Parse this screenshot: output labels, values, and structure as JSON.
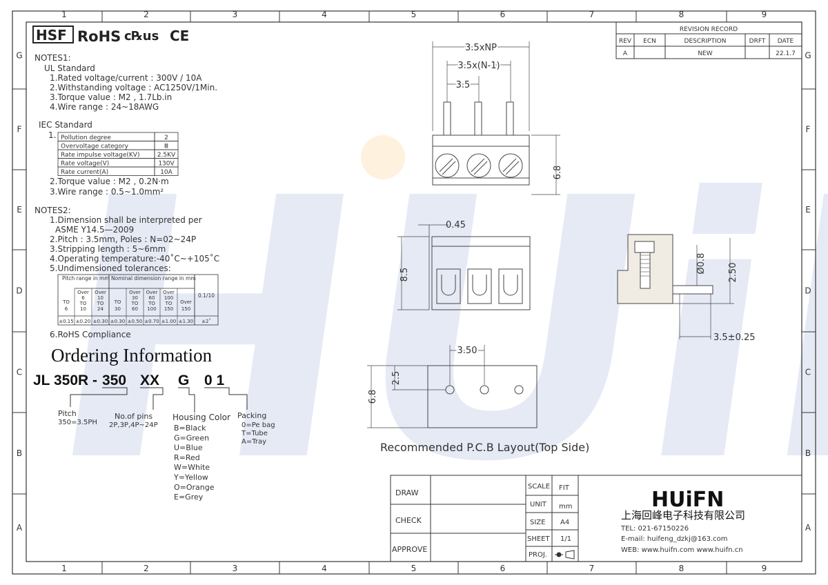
{
  "frame": {
    "columns": [
      "1",
      "2",
      "3",
      "4",
      "5",
      "6",
      "7",
      "8",
      "9"
    ],
    "rows": [
      "G",
      "F",
      "E",
      "D",
      "C",
      "B",
      "A"
    ]
  },
  "certifications": {
    "hsf": "HSF",
    "rohs": "RoHS",
    "ul": "c℞us",
    "ce": "CE"
  },
  "notes1": {
    "title": "NOTES1:",
    "ul_title": "UL Standard",
    "ul_items": [
      "1.Rated voltage/current : 300V / 10A",
      "2.Withstanding voltage : AC1250V/1Min.",
      "3.Torque value : M2 , 1.7Lb.in",
      "4.Wire range : 24~18AWG"
    ],
    "iec_title": "IEC Standard",
    "iec_item1_prefix": "1.",
    "iec_table": [
      [
        "Pollution degree",
        "2"
      ],
      [
        "Overvoltage category",
        "Ⅲ"
      ],
      [
        "Rate impulse voltage(KV)",
        "2.5KV"
      ],
      [
        "Rate voltage(V)",
        "130V"
      ],
      [
        "Rate current(A)",
        "10A"
      ]
    ],
    "iec_items": [
      "2.Torque value : M2 , 0.2N·m",
      "3.Wire range : 0.5~1.0mm²"
    ]
  },
  "notes2": {
    "title": "NOTES2:",
    "items": [
      "1.Dimension shall be interpreted per",
      "ASME Y14.5—2009",
      "2.Pitch : 3.5mm, Poles : N=02~24P",
      "3.Stripping length : 5~6mm",
      "4.Operating temperature:-40˚C~+105˚C",
      "5.Undimensioned tolerances:"
    ],
    "tolerance_table": {
      "pitch_header": "Pitch range in mm",
      "nominal_header": "Nominal dimension range in mm",
      "angle_header": "0.1/10",
      "ranges": [
        [
          "TO",
          "6"
        ],
        [
          "Over",
          "6",
          "TO",
          "10"
        ],
        [
          "Over",
          "10",
          "TO",
          "24"
        ],
        [
          "TO",
          "30"
        ],
        [
          "Over",
          "30",
          "TO",
          "60"
        ],
        [
          "Over",
          "60",
          "TO",
          "100"
        ],
        [
          "Over",
          "100",
          "TO",
          "150"
        ],
        [
          "Over",
          "150"
        ]
      ],
      "tolerances": [
        "±0.15",
        "±0.20",
        "±0.30",
        "±0.30",
        "±0.50",
        "±0.70",
        "±1.00",
        "±1.30",
        "±2˚"
      ]
    },
    "rohs": "6.RoHS Compliance"
  },
  "ordering": {
    "title": "Ordering Information",
    "code_prefix": "JL 350R -",
    "code_pitch": "350",
    "code_pins": "XX",
    "code_color": "G",
    "code_pack": "0 1",
    "pitch_label": "Pitch",
    "pitch_value": "350=3.5PH",
    "pins_label": "No.of pins",
    "pins_value": "2P,3P,4P~24P",
    "color_label": "Housing Color",
    "colors": [
      "B=Black",
      "G=Green",
      "U=Blue",
      "R=Red",
      "W=White",
      "Y=Yellow",
      "O=Orange",
      "E=Grey"
    ],
    "pack_label": "Packing",
    "packs": [
      "0=Pe bag",
      "T=Tube",
      "A=Tray"
    ]
  },
  "revision": {
    "title": "REVISION RECORD",
    "headers": [
      "REV",
      "ECN",
      "DESCRIPTION",
      "DRFT",
      "DATE"
    ],
    "row": [
      "A",
      "",
      "NEW",
      "",
      "22.1.7"
    ]
  },
  "dims": {
    "np": "3.5xNP",
    "n1": "3.5x(N-1)",
    "p": "3.5",
    "h68": "6.8",
    "t045": "0.45",
    "h85": "8.5",
    "d08": "Ø0.8",
    "h250": "2.50",
    "h35": "3.5±0.25",
    "p350": "3.50",
    "pcb25": "2.5",
    "pcb68": "6.8"
  },
  "pcb_caption": "Recommended P.C.B Layout(Top Side)",
  "title_block": {
    "draw": "DRAW",
    "check": "CHECK",
    "approve": "APPROVE",
    "scale_label": "SCALE",
    "scale_value": "FIT",
    "unit_label": "UNIT",
    "unit_value": "mm",
    "size_label": "SIZE",
    "size_value": "A4",
    "sheet_label": "SHEET",
    "sheet_value": "1/1",
    "proj_label": "PROJ.",
    "logo": "HUiFN",
    "company": "上海回峰电子科技有限公司",
    "tel": "TEL: 021-67150226",
    "email": "E-mail: huifeng_dzkj@163.com",
    "web": "WEB: www.huifn.com  www.huifn.cn"
  },
  "watermark": "HUiFN"
}
